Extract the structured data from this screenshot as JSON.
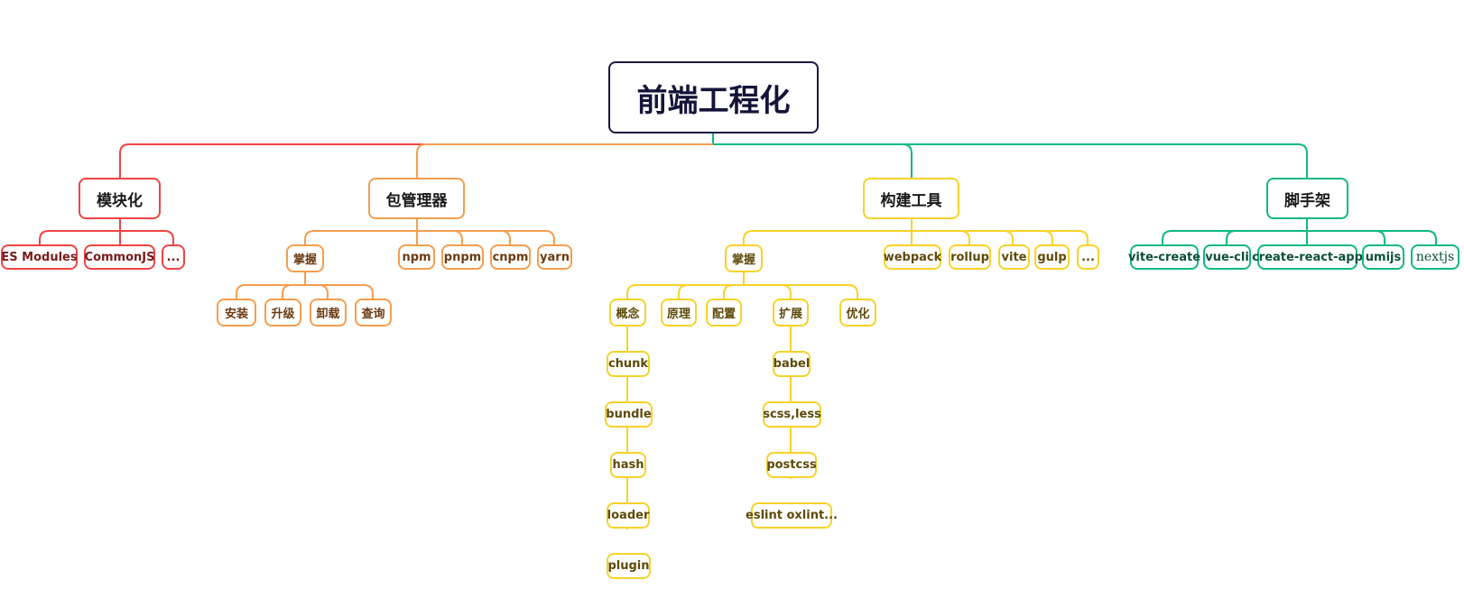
{
  "root": {
    "label": "前端工程化",
    "color": "#1a1a3e"
  },
  "branches": {
    "modularization": {
      "label": "模块化",
      "color": "#ef4444",
      "items": [
        "ES Modules",
        "CommonJS",
        "..."
      ]
    },
    "package_manager": {
      "label": "包管理器",
      "color": "#f59e4f",
      "master": {
        "label": "掌握",
        "items": [
          "安装",
          "升级",
          "卸载",
          "查询"
        ]
      },
      "tools": [
        "npm",
        "pnpm",
        "cnpm",
        "yarn"
      ]
    },
    "build_tools": {
      "label": "构建工具",
      "color": "#f6d32a",
      "master": {
        "label": "掌握",
        "topics": {
          "concepts": {
            "label": "概念",
            "items": [
              "chunk",
              "bundle",
              "hash",
              "loader",
              "plugin"
            ]
          },
          "principle": {
            "label": "原理"
          },
          "config": {
            "label": "配置"
          },
          "extend": {
            "label": "扩展",
            "items": [
              "babel",
              "scss,less",
              "postcss",
              "eslint oxlint..."
            ]
          },
          "optimize": {
            "label": "优化"
          }
        }
      },
      "tools": [
        "webpack",
        "rollup",
        "vite",
        "gulp",
        "..."
      ]
    },
    "scaffolding": {
      "label": "脚手架",
      "color": "#10b981",
      "items": [
        "vite-create",
        "vue-cli",
        "create-react-app",
        "umijs",
        "nextjs"
      ]
    }
  }
}
